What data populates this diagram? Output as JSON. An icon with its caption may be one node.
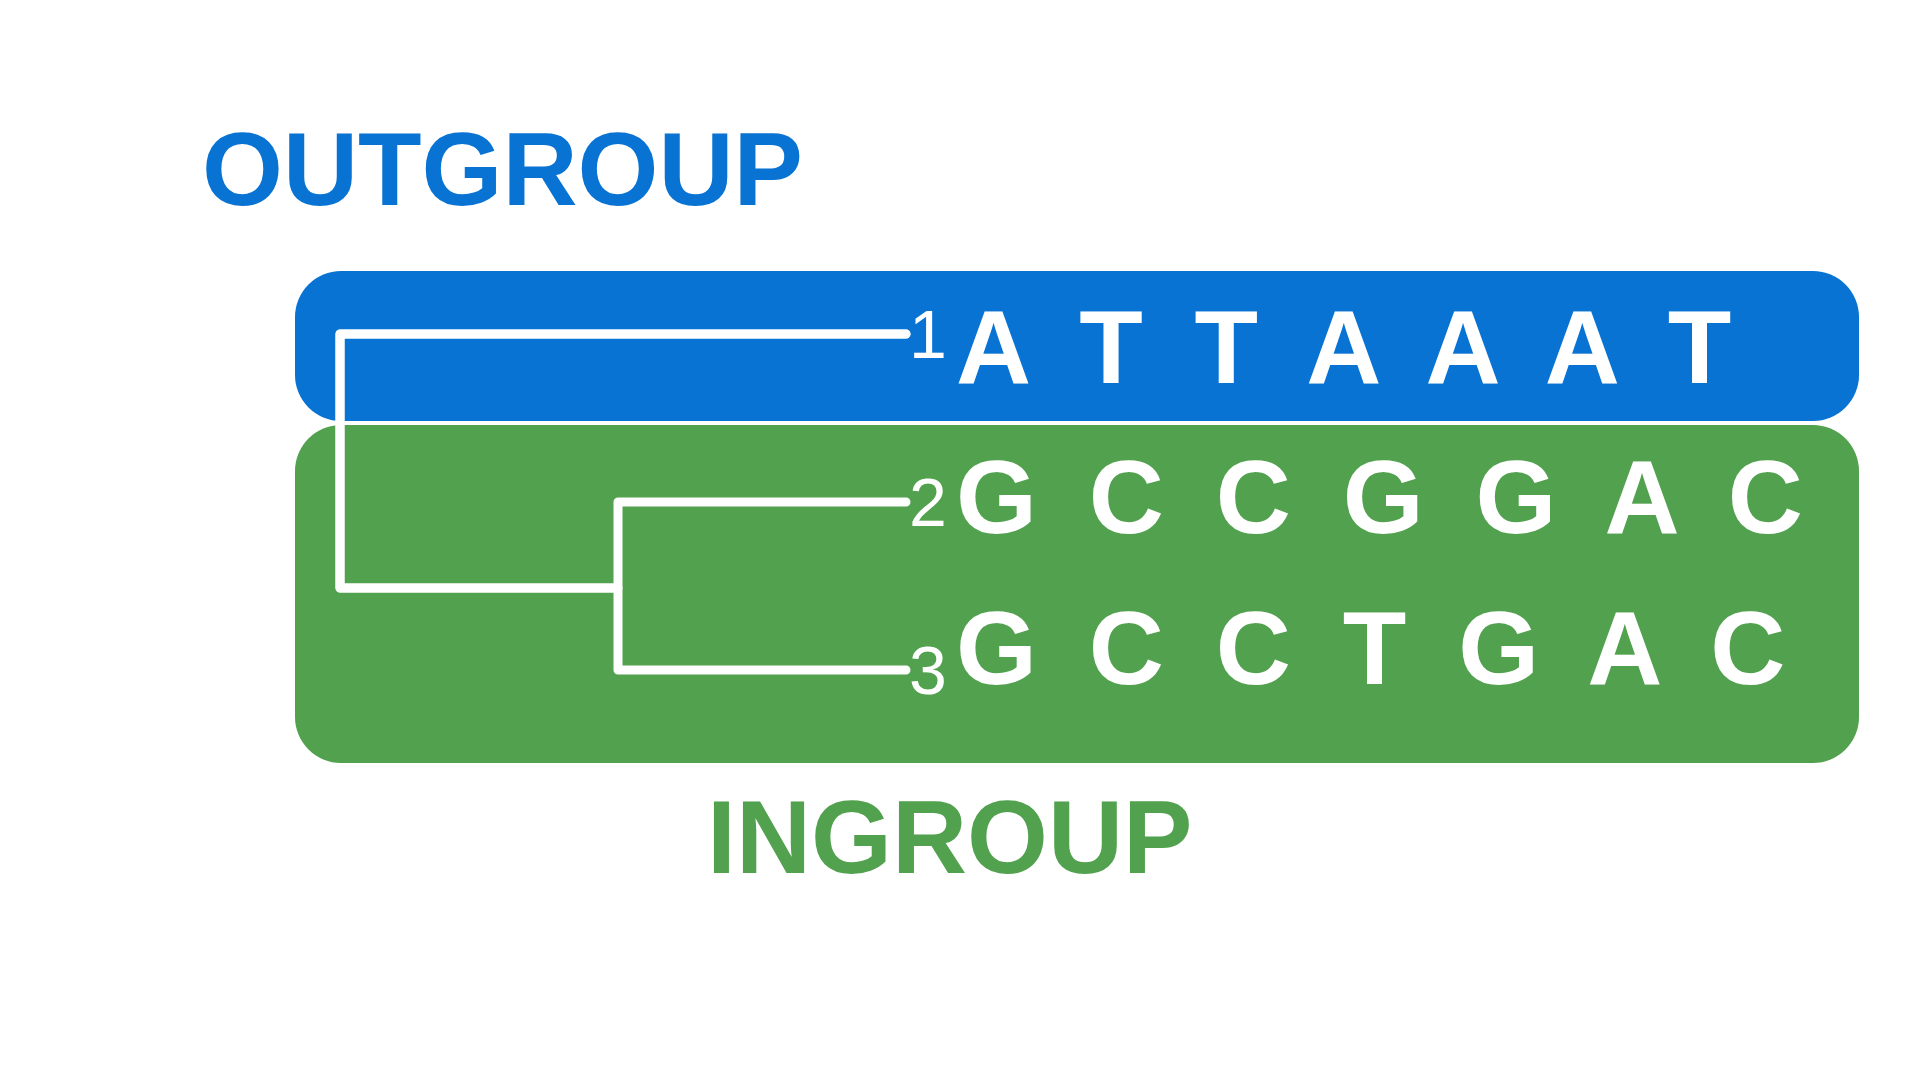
{
  "diagram": {
    "nodes": [
      {
        "text": [
          "OUTGROUP"
        ]
      },
      {
        "text": [
          "1"
        ],
        "in": 0,
        "beside": [
          "A T T A A A T"
        ]
      },
      {
        "text": [
          "INGROUP"
        ]
      },
      {
        "text": [
          "2"
        ],
        "in": 2,
        "beside": [
          "G C C G G A C"
        ]
      },
      {
        "text": [
          "3"
        ],
        "in": 2,
        "beside": [
          "G C C T G A C"
        ]
      }
    ],
    "edges": [
      {
        "from": 1,
        "to": 3,
        "arrow": "none"
      },
      {
        "from": 1,
        "to": 4,
        "arrow": "none"
      }
    ]
  }
}
